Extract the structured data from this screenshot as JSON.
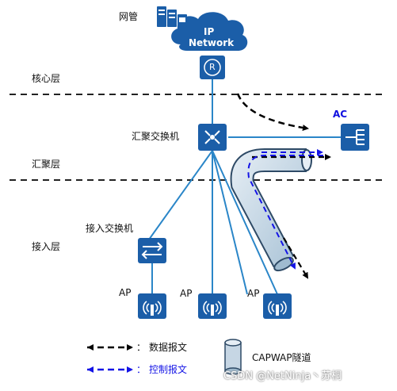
{
  "labels": {
    "nms": "网管",
    "ip_line1": "IP",
    "ip_line2": "Network",
    "router_glyph": "R",
    "core_layer": "核心层",
    "agg_switch": "汇聚交换机",
    "ac": "AC",
    "agg_layer": "汇聚层",
    "access_switch": "接入交换机",
    "access_layer": "接入层",
    "ap_left": "AP",
    "ap_mid": "AP",
    "ap_right": "AP"
  },
  "legend": {
    "sep": "：",
    "data_label": "数据报文",
    "control_label": "控制报文",
    "tunnel_label": "CAPWAP隧道"
  },
  "watermark": "CSDN @NetNinja丶苏桐",
  "colors": {
    "link": "#2a86c8",
    "device": "#1b5ea8",
    "control": "#1414e6",
    "data": "#000000",
    "tunnel": "#b6cfe0"
  }
}
